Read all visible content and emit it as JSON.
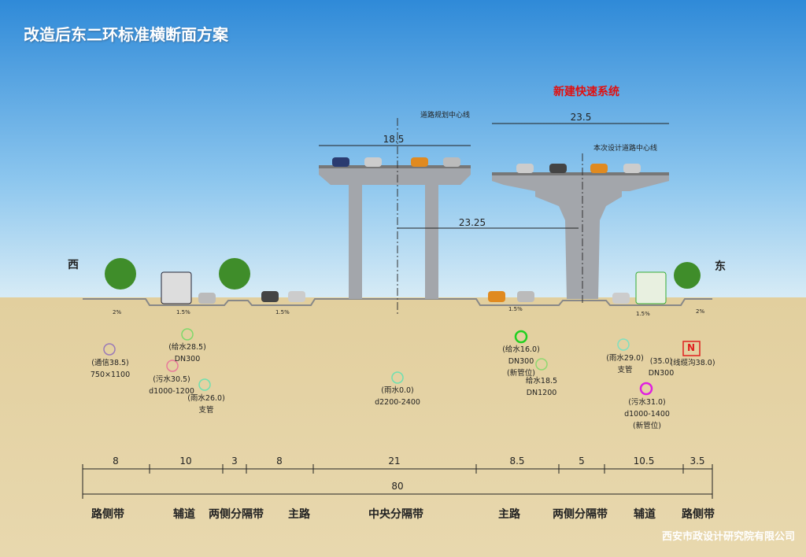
{
  "title": "改造后东二环标准横断面方案",
  "new_system_label": "新建快速系统",
  "centerline_planned": "道路规划中心线",
  "centerline_design": "本次设计道路中心线",
  "directions": {
    "west": "西",
    "east": "东"
  },
  "bridge_dims": {
    "left": "18.5",
    "right": "23.5",
    "offset": "23.25"
  },
  "slopes": [
    "2%",
    "1.5%",
    "1.5%",
    "1.5%",
    "1.5%",
    "2%"
  ],
  "pipes": [
    {
      "name": "(通信38.5)",
      "spec": "750×1100",
      "color": "#9a7ab8"
    },
    {
      "name": "(给水28.5)",
      "spec": "DN300",
      "color": "#7fd86a"
    },
    {
      "name": "(污水30.5)",
      "spec": "d1000-1200",
      "color": "#e87a9a"
    },
    {
      "name": "(雨水26.0)",
      "spec": "支管",
      "color": "#6fe0b0"
    },
    {
      "name": "(雨水0.0)",
      "spec": "d2200-2400",
      "color": "#6fe0b0"
    },
    {
      "name": "(给水16.0)",
      "spec": "DN300",
      "extra": "(新管位)",
      "color": "#20d020"
    },
    {
      "name": "给水18.5",
      "spec": "DN1200",
      "color": "#8fd870"
    },
    {
      "name": "(雨水29.0)",
      "spec": "支管",
      "color": "#7fe0c0"
    },
    {
      "name": "(35.0)",
      "spec": "DN300",
      "color": "#f0e020"
    },
    {
      "name": "(线缆沟38.0)",
      "spec": "",
      "color": "#e02020",
      "symbol": "N"
    },
    {
      "name": "(污水31.0)",
      "spec": "d1000-1400",
      "extra": "(新管位)",
      "color": "#e020e0"
    }
  ],
  "dimensions": [
    "8",
    "10",
    "3",
    "8",
    "21",
    "8.5",
    "5",
    "10.5",
    "3.5"
  ],
  "total_width": "80",
  "zones": [
    "路侧带",
    "辅道",
    "两侧分隔带",
    "主路",
    "中央分隔带",
    "主路",
    "两侧分隔带",
    "辅道",
    "路侧带"
  ],
  "company": "西安市政设计研究院有限公司"
}
